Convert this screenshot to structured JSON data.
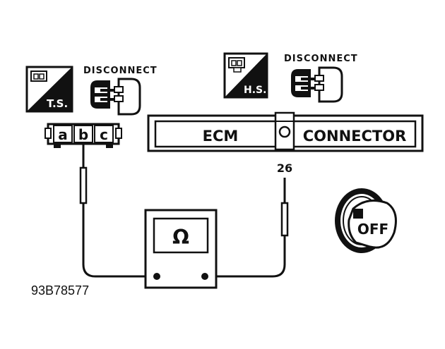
{
  "diagram": {
    "figure_code": "93B78577",
    "left_group": {
      "badge_label": "T.S.",
      "action_label": "DISCONNECT",
      "terminals": [
        "a",
        "b",
        "c"
      ]
    },
    "right_group": {
      "badge_label": "H.S.",
      "action_label": "DISCONNECT"
    },
    "ecm_connector": {
      "left_text": "ECM",
      "right_text": "CONNECTOR",
      "pin_label": "26"
    },
    "meter": {
      "symbol": "Ω"
    },
    "ignition": {
      "label": "OFF"
    }
  }
}
